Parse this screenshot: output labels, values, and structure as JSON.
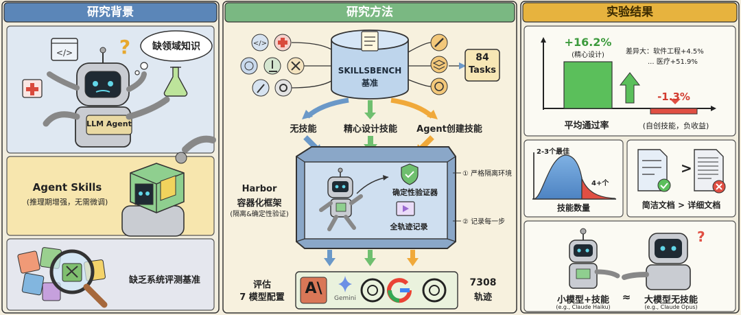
{
  "left": {
    "header": "研究背景",
    "bubble": "缺领域知识",
    "robot_label": "LLM Agent",
    "skills_title": "Agent Skills",
    "skills_sub": "(推理期增强，无需微调)",
    "gap_text": "缺乏系统评测基准"
  },
  "middle": {
    "header": "研究方法",
    "bench_name": "SKILLSBENCH",
    "bench_sub": "基准",
    "tasks_count": "84",
    "tasks_label": "Tasks",
    "branch_none": "无技能",
    "branch_curated": "精心设计技能",
    "branch_self": "Agent创建技能",
    "harbor_title": "Harbor",
    "harbor_sub": "容器化框架",
    "harbor_note": "(隔离&确定性验证)",
    "verifier": "确定性验证器",
    "trajectory": "全轨迹记录",
    "note_isolation": "① 严格隔离环境",
    "note_record": "② 记录每一步",
    "eval_label": "评估",
    "eval_models": "7 模型配置",
    "gemini_label": "Gemini",
    "traj_count": "7308",
    "traj_label": "轨迹"
  },
  "right": {
    "header": "实验结果",
    "gain_value": "+16.2%",
    "gain_label": "(精心设计)",
    "diff_title": "差异大：软件工程+4.5%",
    "diff_sub": "... 医疗+51.9%",
    "loss_value": "-1.3%",
    "axis_label": "平均通过率",
    "loss_note": "(自创技能，负收益)",
    "best_label": "2-3个最佳",
    "more_label": "4+个",
    "count_label": "技能数量",
    "docs_label": "简洁文档 > 详细文档",
    "small_model": "小模型+技能",
    "small_example": "(e.g., Claude Haiku)",
    "approx": "≈",
    "big_model": "大模型无技能",
    "big_example": "(e.g., Claude Opus)"
  },
  "colors": {
    "left_header": "#5b86b8",
    "middle_header": "#7ab882",
    "right_header": "#e7b33e",
    "green_bar": "#5bbf5b",
    "red_bar": "#e04f43",
    "blue_arrow": "#6a98c8",
    "orange_arrow": "#f0a93a"
  },
  "icons": {
    "left_top": [
      "code-window-icon",
      "medical-cross-icon",
      "flask-icon",
      "question-mark-icon"
    ],
    "hub": [
      "code-icon",
      "medical-icon",
      "brain-icon",
      "microscope-icon",
      "tools-icon",
      "pipette-icon",
      "gear-icon",
      "wrench-icon",
      "layers-icon",
      "openai-icon"
    ],
    "models": [
      "anthropic-logo",
      "gemini-logo",
      "openai-logo",
      "google-logo",
      "openai-logo"
    ]
  }
}
